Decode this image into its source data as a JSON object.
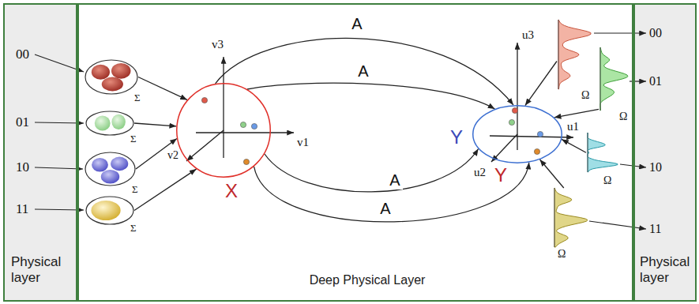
{
  "diagram": {
    "nodes": [
      {
        "text": [
          "Physical layer"
        ]
      },
      {
        "text": [
          "Deep Physical Layer"
        ]
      },
      {
        "text": [
          "Physical layer"
        ]
      },
      {
        "text": [
          "Σ"
        ],
        "in": 1
      },
      {
        "text": [
          "Σ"
        ],
        "in": 1
      },
      {
        "text": [
          "Σ"
        ],
        "in": 1
      },
      {
        "text": [
          "Σ"
        ],
        "in": 1
      },
      {
        "text": [
          "X"
        ],
        "in": 1
      },
      {
        "text": [
          "Y"
        ],
        "in": 1
      },
      {
        "text": [
          "Ω"
        ],
        "in": 1
      },
      {
        "text": [
          "Ω"
        ],
        "in": 1
      },
      {
        "text": [
          "Ω"
        ],
        "in": 1
      },
      {
        "text": [
          "Ω"
        ],
        "in": 1
      }
    ],
    "edges": [
      {
        "from": 3,
        "to": 7,
        "arrow": "to"
      },
      {
        "from": 4,
        "to": 7,
        "arrow": "to"
      },
      {
        "from": 5,
        "to": 7,
        "arrow": "to"
      },
      {
        "from": 6,
        "to": 7,
        "arrow": "to"
      },
      {
        "from": 7,
        "to": 8,
        "label": "A",
        "arrow": "to"
      },
      {
        "from": 7,
        "to": 8,
        "label": "A",
        "arrow": "to"
      },
      {
        "from": 7,
        "to": 8,
        "label": "A",
        "arrow": "to"
      },
      {
        "from": 7,
        "to": 8,
        "label": "A",
        "arrow": "to"
      },
      {
        "from": 9,
        "to": 8,
        "arrow": "to"
      },
      {
        "from": 10,
        "to": 8,
        "arrow": "to"
      },
      {
        "from": 11,
        "to": 8,
        "arrow": "to"
      },
      {
        "from": 12,
        "to": 8,
        "arrow": "to"
      }
    ],
    "labels": [
      "00",
      "01",
      "10",
      "11",
      "v3",
      "v1",
      "v2",
      "u3",
      "u1",
      "u2",
      "Y",
      "00",
      "01",
      "10",
      "11"
    ]
  }
}
